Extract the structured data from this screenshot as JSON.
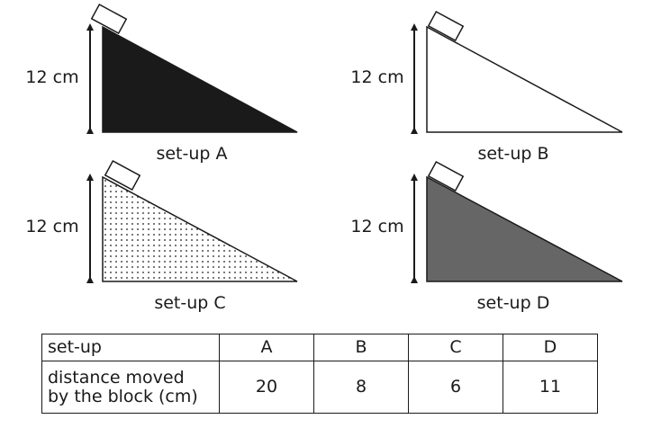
{
  "setups": [
    {
      "id": "A",
      "label": "set-up A",
      "height_label": "12 cm",
      "fill": "solid-black"
    },
    {
      "id": "B",
      "label": "set-up B",
      "height_label": "12 cm",
      "fill": "white"
    },
    {
      "id": "C",
      "label": "set-up C",
      "height_label": "12 cm",
      "fill": "dotted"
    },
    {
      "id": "D",
      "label": "set-up D",
      "height_label": "12 cm",
      "fill": "grey"
    }
  ],
  "colors": {
    "black": "#1a1a1a",
    "grey": "#666666",
    "white": "#ffffff"
  },
  "table": {
    "row1_header": "set-up",
    "row2_header_line1": "distance moved",
    "row2_header_line2": "by the block (cm)",
    "columns": [
      "A",
      "B",
      "C",
      "D"
    ],
    "distances": [
      "20",
      "8",
      "6",
      "11"
    ]
  }
}
